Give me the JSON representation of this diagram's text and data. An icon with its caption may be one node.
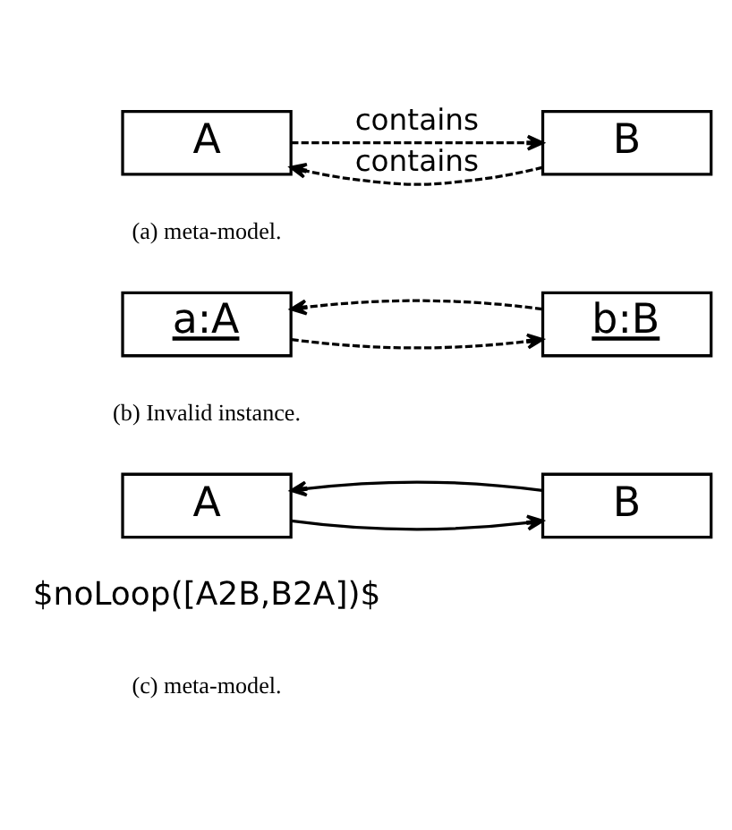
{
  "diagram": {
    "nodes": [
      {
        "text": [
          "A"
        ]
      },
      {
        "text": [
          "B"
        ]
      },
      {
        "text": [
          "a:A"
        ]
      },
      {
        "text": [
          "b:B"
        ]
      },
      {
        "text": [
          "A"
        ]
      },
      {
        "text": [
          "B"
        ]
      }
    ],
    "edges": [
      {
        "from": 0,
        "to": 1,
        "arrow": "to",
        "style": "dashed",
        "label": "contains"
      },
      {
        "from": 1,
        "to": 0,
        "arrow": "to",
        "style": "dashed",
        "label": "contains"
      },
      {
        "from": 2,
        "to": 3,
        "arrow": "to",
        "style": "dashed"
      },
      {
        "from": 3,
        "to": 2,
        "arrow": "to",
        "style": "dashed"
      },
      {
        "from": 4,
        "to": 5,
        "arrow": "to"
      },
      {
        "from": 5,
        "to": 4,
        "arrow": "to"
      }
    ],
    "labels": [
      "(a) meta-model.",
      "(b) Invalid instance.",
      "$noLoop([A2B,B2A])$",
      "(c) meta-model."
    ]
  }
}
